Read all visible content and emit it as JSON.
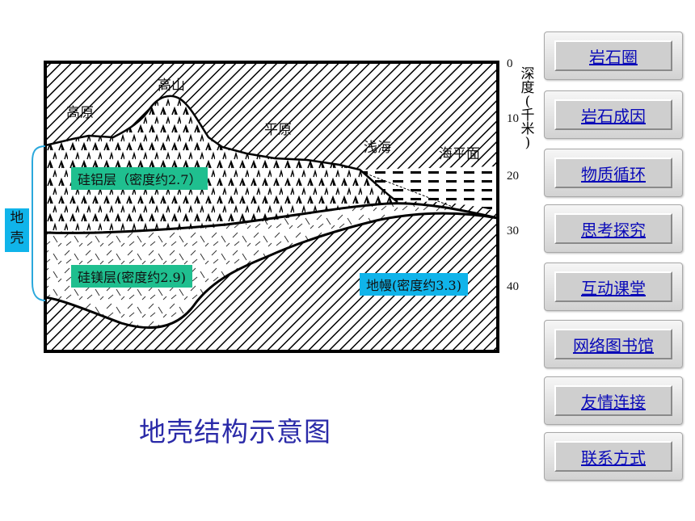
{
  "diagram": {
    "labels": {
      "plateau": "高原",
      "mountain": "高山",
      "plain": "平原",
      "shallow_sea": "浅海",
      "sea_level": "海平面"
    },
    "layers": {
      "sial": "硅铝层（密度约2.7）",
      "sima": "硅镁层(密度约2.9)",
      "mantle": "地幔(密度约3.3)"
    },
    "crust_label": "地\n壳",
    "depth_axis": {
      "title_chars": [
        "深",
        "度",
        "(",
        "千",
        "米",
        ")"
      ],
      "ticks": [
        "0",
        "10",
        "20",
        "30",
        "40"
      ]
    },
    "colors": {
      "sial_box": "#1fbf8f",
      "sima_box": "#1fbf8f",
      "mantle_box": "#10b4ea",
      "crust_box": "#10b4ea",
      "bracket": "#2aa8dc"
    }
  },
  "caption": "地壳结构示意图",
  "nav": {
    "items": [
      {
        "label": "岩石圈"
      },
      {
        "label": "岩石成因"
      },
      {
        "label": "物质循环"
      },
      {
        "label": "思考探究"
      },
      {
        "label": "互动课堂"
      },
      {
        "label": "网络图书馆"
      },
      {
        "label": "友情连接"
      },
      {
        "label": "联系方式"
      }
    ]
  }
}
